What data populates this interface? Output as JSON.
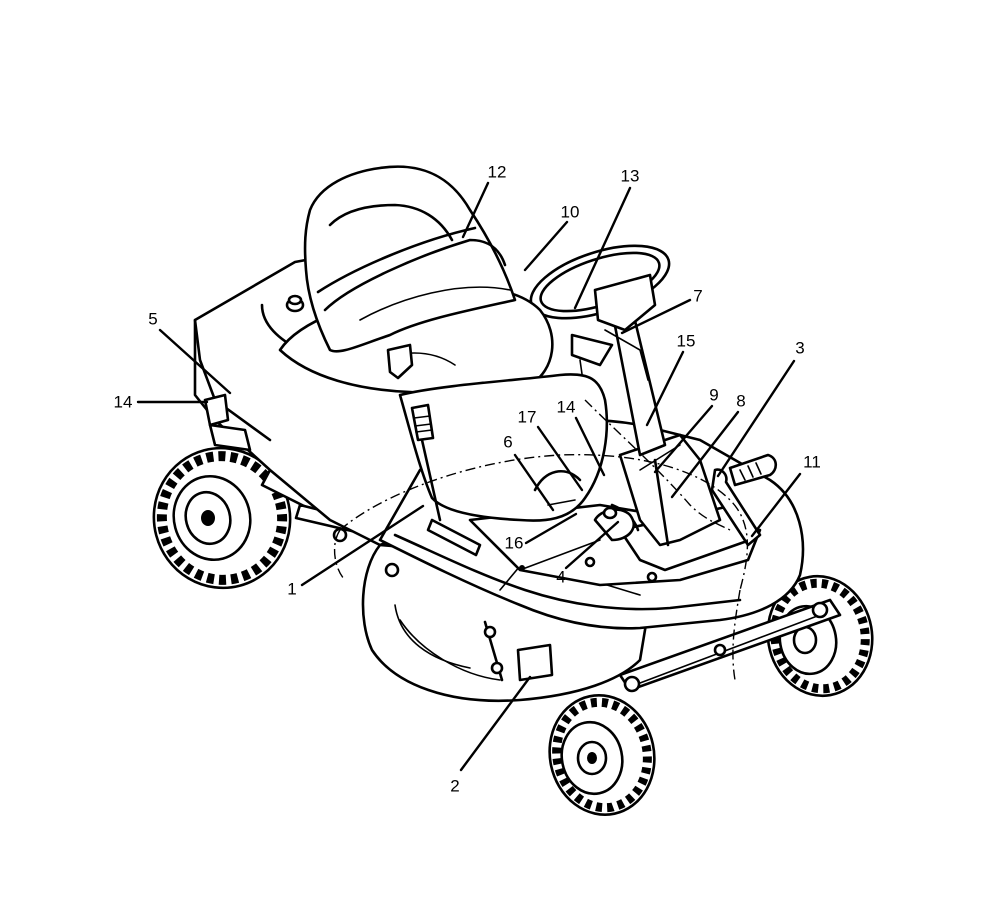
{
  "diagram": {
    "callouts": [
      {
        "label": "1"
      },
      {
        "label": "2"
      },
      {
        "label": "3"
      },
      {
        "label": "4"
      },
      {
        "label": "5"
      },
      {
        "label": "6"
      },
      {
        "label": "7"
      },
      {
        "label": "8"
      },
      {
        "label": "9"
      },
      {
        "label": "10"
      },
      {
        "label": "11"
      },
      {
        "label": "12"
      },
      {
        "label": "13"
      },
      {
        "label": "14"
      },
      {
        "label": "14"
      },
      {
        "label": "15"
      },
      {
        "label": "16"
      },
      {
        "label": "17"
      }
    ]
  }
}
